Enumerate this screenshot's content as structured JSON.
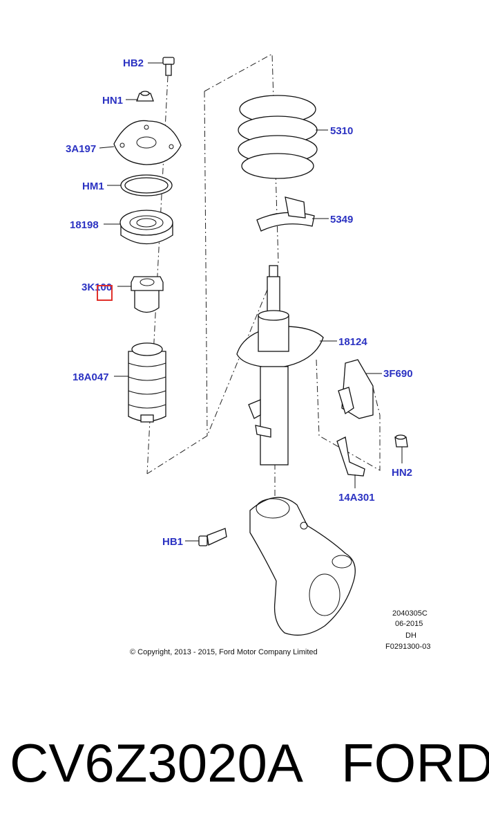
{
  "callouts": {
    "hb2": "HB2",
    "hn1": "HN1",
    "a197": "3A197",
    "hm1": "HM1",
    "p18198": "18198",
    "k3": "3K100",
    "a047": "18A047",
    "p5310": "5310",
    "p5349": "5349",
    "p18124": "18124",
    "f690": "3F690",
    "hn2": "HN2",
    "a301": "14A301",
    "hb1": "HB1"
  },
  "meta": {
    "ref": "2040305C",
    "date": "06-2015",
    "initials": "DH",
    "figure": "F0291300-03",
    "copyright": "© Copyright, 2013 - 2015, Ford Motor Company Limited"
  },
  "footer": {
    "part_number": "CV6Z3020A",
    "brand": "FORD"
  },
  "colors": {
    "callout": "#2b32c2",
    "highlight": "#e0302a"
  }
}
